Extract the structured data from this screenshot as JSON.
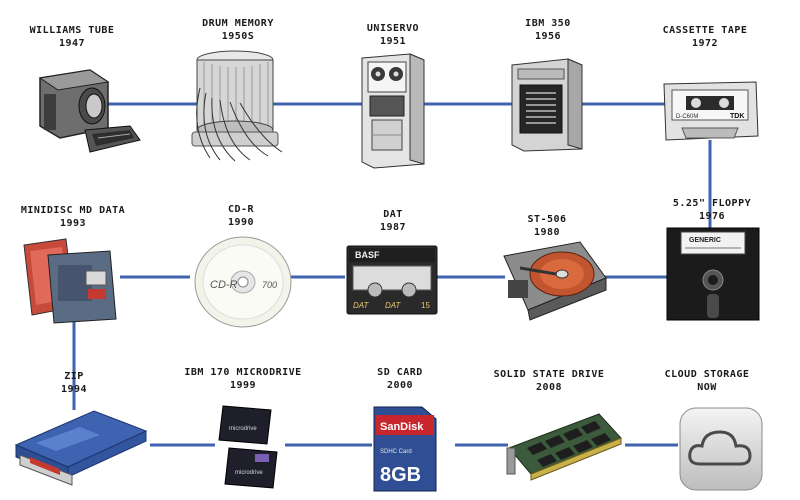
{
  "nodes": [
    {
      "id": "williams",
      "name": "WILLIAMS TUBE",
      "date": "1947"
    },
    {
      "id": "drum",
      "name": "DRUM MEMORY",
      "date": "1950S"
    },
    {
      "id": "uniservo",
      "name": "UNISERVO",
      "date": "1951"
    },
    {
      "id": "ibm350",
      "name": "IBM 350",
      "date": "1956"
    },
    {
      "id": "cassette",
      "name": "CASSETTE TAPE",
      "date": "1972"
    },
    {
      "id": "minidisc",
      "name": "MINIDISC MD DATA",
      "date": "1993"
    },
    {
      "id": "cdr",
      "name": "CD-R",
      "date": "1990"
    },
    {
      "id": "dat",
      "name": "DAT",
      "date": "1987"
    },
    {
      "id": "st506",
      "name": "ST-506",
      "date": "1980"
    },
    {
      "id": "floppy",
      "name": "5.25\" FLOPPY",
      "date": "1976"
    },
    {
      "id": "zip",
      "name": "ZIP",
      "date": "1994"
    },
    {
      "id": "microdrive",
      "name": "IBM 170 MICRODRIVE",
      "date": "1999"
    },
    {
      "id": "sdcard",
      "name": "SD CARD",
      "date": "2000"
    },
    {
      "id": "ssd",
      "name": "SOLID STATE DRIVE",
      "date": "2008"
    },
    {
      "id": "cloud",
      "name": "CLOUD STORAGE",
      "date": "NOW"
    }
  ],
  "device_text": {
    "cassette_brand": "TDK",
    "cassette_model": "D-C60M",
    "floppy_brand": "GENERIC",
    "cd_text": "CD-R",
    "cd_minutes": "700",
    "dat_brand": "BASF",
    "dat_text": "DAT",
    "dat_sub": "DAT",
    "dat_length": "15",
    "microdrive_brand": "microdrive",
    "sd_brand": "SanDisk",
    "sd_capacity": "8GB",
    "sd_type": "SDHC Card"
  },
  "colors": {
    "connector": "#3f63ad",
    "text": "#1a1a1a"
  }
}
